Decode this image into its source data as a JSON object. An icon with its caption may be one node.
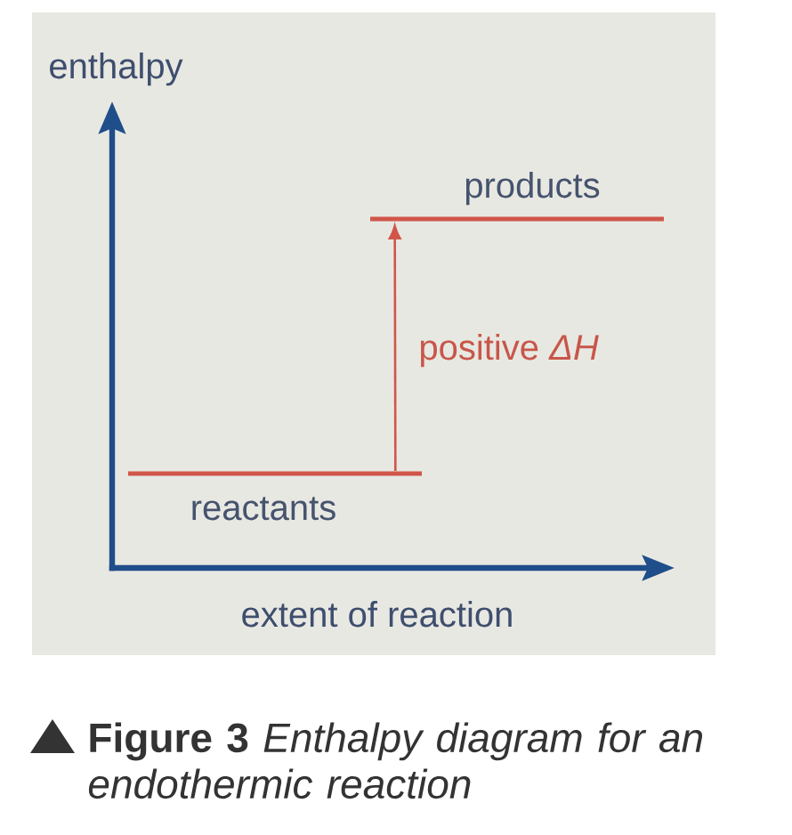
{
  "diagram": {
    "caption": "**Figure 3** *Enthalpy diagram for an endothermic reaction*",
    "nodes": [
      {
        "text": [
          "products"
        ]
      },
      {
        "text": [
          "reactants"
        ]
      }
    ],
    "edges": [
      {
        "from": 1,
        "to": 0,
        "arrow": "to",
        "label": "positive *ΔH*"
      }
    ],
    "labels": [
      "enthalpy",
      "extent of reaction"
    ]
  }
}
